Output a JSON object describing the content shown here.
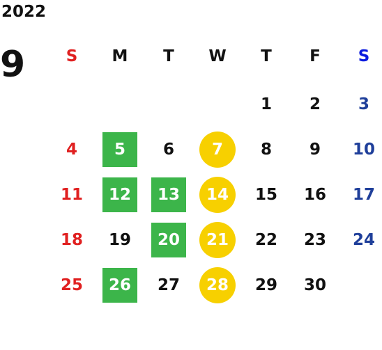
{
  "calendar": {
    "year": "2022",
    "month": "9",
    "weekdays": [
      "S",
      "M",
      "T",
      "W",
      "T",
      "F",
      "S"
    ],
    "weeks": [
      [
        "",
        "",
        "",
        "",
        "1",
        "2",
        "3"
      ],
      [
        "4",
        "5",
        "6",
        "7",
        "8",
        "9",
        "10"
      ],
      [
        "11",
        "12",
        "13",
        "14",
        "15",
        "16",
        "17"
      ],
      [
        "18",
        "19",
        "20",
        "21",
        "22",
        "23",
        "24"
      ],
      [
        "25",
        "26",
        "27",
        "28",
        "29",
        "30",
        ""
      ]
    ],
    "green_square_days": [
      "5",
      "12",
      "13",
      "20",
      "26"
    ],
    "yellow_circle_days": [
      "7",
      "14",
      "21",
      "28"
    ]
  },
  "colors": {
    "sunday": "#e02020",
    "saturday": "#1f3f9a",
    "saturday_header": "#0a1adf",
    "weekday": "#111111",
    "green_marker": "#3cb54a",
    "yellow_marker": "#f7d000",
    "marker_text": "#ffffff"
  }
}
